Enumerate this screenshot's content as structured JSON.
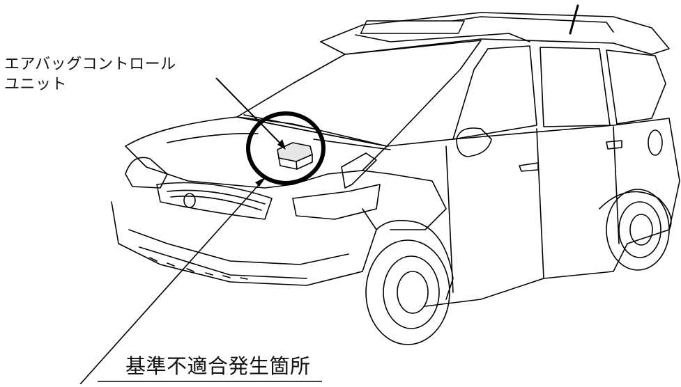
{
  "labels": {
    "component_line1": "エアバッグコントロール",
    "component_line2": "ユニット",
    "defect_location": "基準不適合発生箇所"
  },
  "colors": {
    "line": "#000000",
    "background": "#ffffff"
  },
  "illustration": {
    "subject": "suv-line-drawing",
    "highlight": "circle-around-control-unit"
  }
}
